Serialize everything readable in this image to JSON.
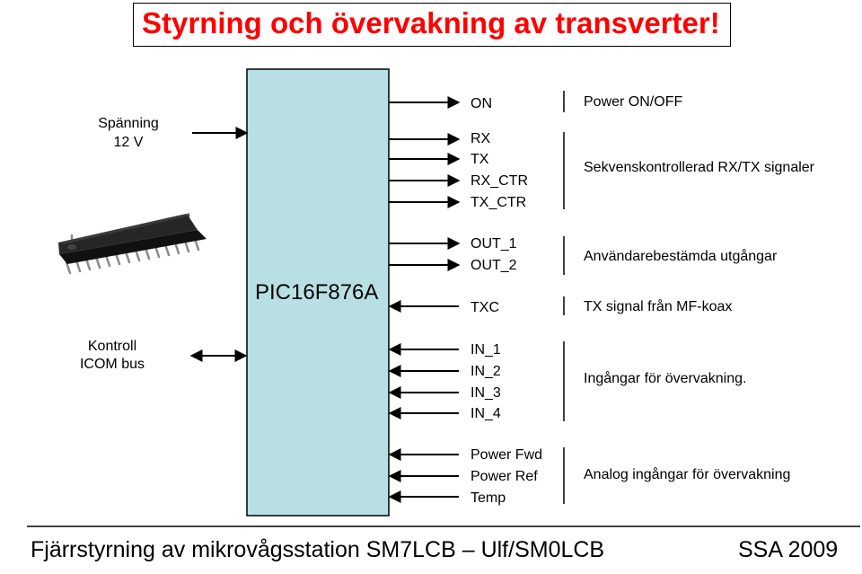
{
  "title": "Styrning och övervakning av transverter!",
  "chip": {
    "name": "PIC16F876A",
    "photo": "microcontroller-dip-chip"
  },
  "left_inputs": {
    "supply_line1": "Spänning",
    "supply_line2": "12 V",
    "bus_line1": "Kontroll",
    "bus_line2": "ICOM bus"
  },
  "outputs": {
    "on": "ON",
    "rx": "RX",
    "tx": "TX",
    "rx_ctr": "RX_CTR",
    "tx_ctr": "TX_CTR",
    "out1": "OUT_1",
    "out2": "OUT_2"
  },
  "inputs": {
    "txc": "TXC",
    "in1": "IN_1",
    "in2": "IN_2",
    "in3": "IN_3",
    "in4": "IN_4",
    "power_fwd": "Power Fwd",
    "power_ref": "Power Ref",
    "temp": "Temp"
  },
  "descriptions": {
    "power": "Power ON/OFF",
    "sequence": "Sekvenskontrollerad RX/TX signaler",
    "user": "Användarebestämda utgångar",
    "tx_signal": "TX signal från MF-koax",
    "monitor": "Ingångar för övervakning.",
    "analog": "Analog ingångar för övervakning"
  },
  "footer": {
    "left": "Fjärrstyrning av mikrovågsstation SM7LCB – Ulf/SM0LCB",
    "right": "SSA 2009"
  },
  "colors": {
    "title": "#ff0000",
    "chip_fill": "#b8e0e4"
  }
}
